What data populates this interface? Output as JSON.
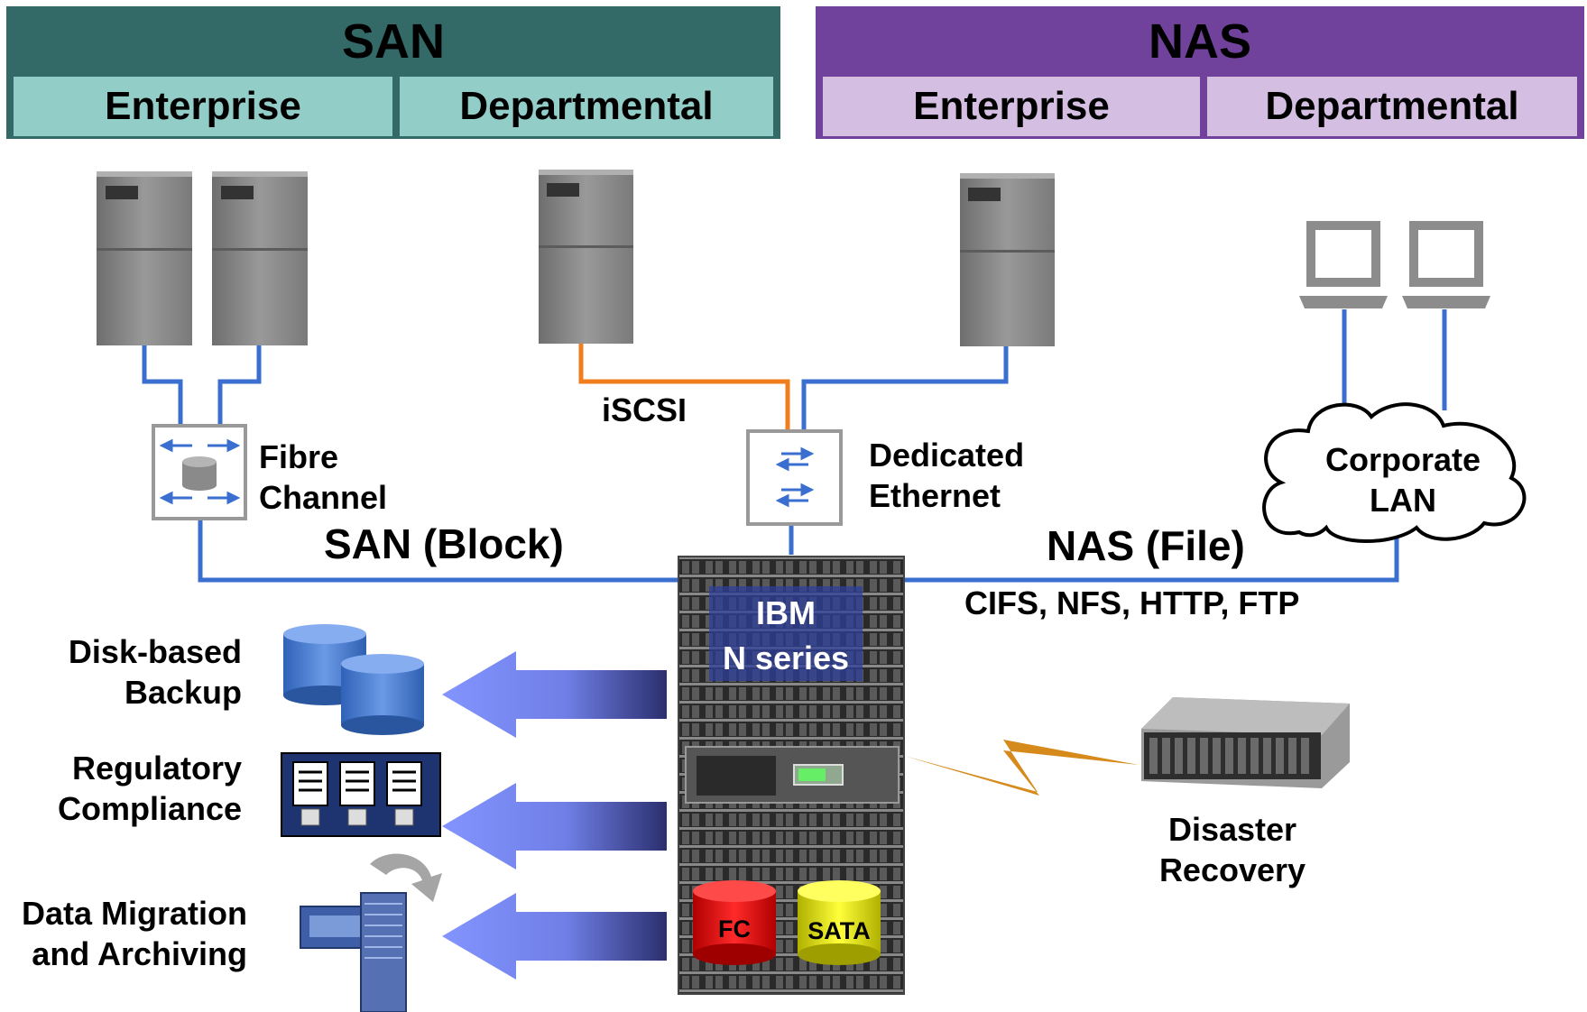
{
  "san_banner": {
    "title": "SAN",
    "left": "Enterprise",
    "right": "Departmental"
  },
  "nas_banner": {
    "title": "NAS",
    "left": "Enterprise",
    "right": "Departmental"
  },
  "labels": {
    "fibre_channel": [
      "Fibre",
      "Channel"
    ],
    "iscsi": "iSCSI",
    "dedicated_ethernet": [
      "Dedicated",
      "Ethernet"
    ],
    "corporate_lan": [
      "Corporate",
      "LAN"
    ],
    "san_block": "SAN (Block)",
    "nas_file": "NAS (File)",
    "protocols": "CIFS, NFS, HTTP, FTP",
    "nseries": [
      "IBM",
      "N series"
    ],
    "fc": "FC",
    "sata": "SATA",
    "disk_backup": [
      "Disk-based",
      "Backup"
    ],
    "regulatory": [
      "Regulatory",
      "Compliance"
    ],
    "migration": [
      "Data Migration",
      "and Archiving"
    ],
    "disaster": [
      "Disaster",
      "Recovery"
    ]
  },
  "colors": {
    "san_dark": "#336a68",
    "san_light": "#93cdc7",
    "nas_dark": "#71429b",
    "nas_light": "#d4bfe3",
    "link_blue": "#3a6fd0",
    "link_orange": "#f07d1e",
    "server_gray": "#888888",
    "arrow_blue": "#7f90ff",
    "lightning": "#d78a1c",
    "fc_red": "#e21b1b",
    "sata_yellow": "#ecec20"
  }
}
